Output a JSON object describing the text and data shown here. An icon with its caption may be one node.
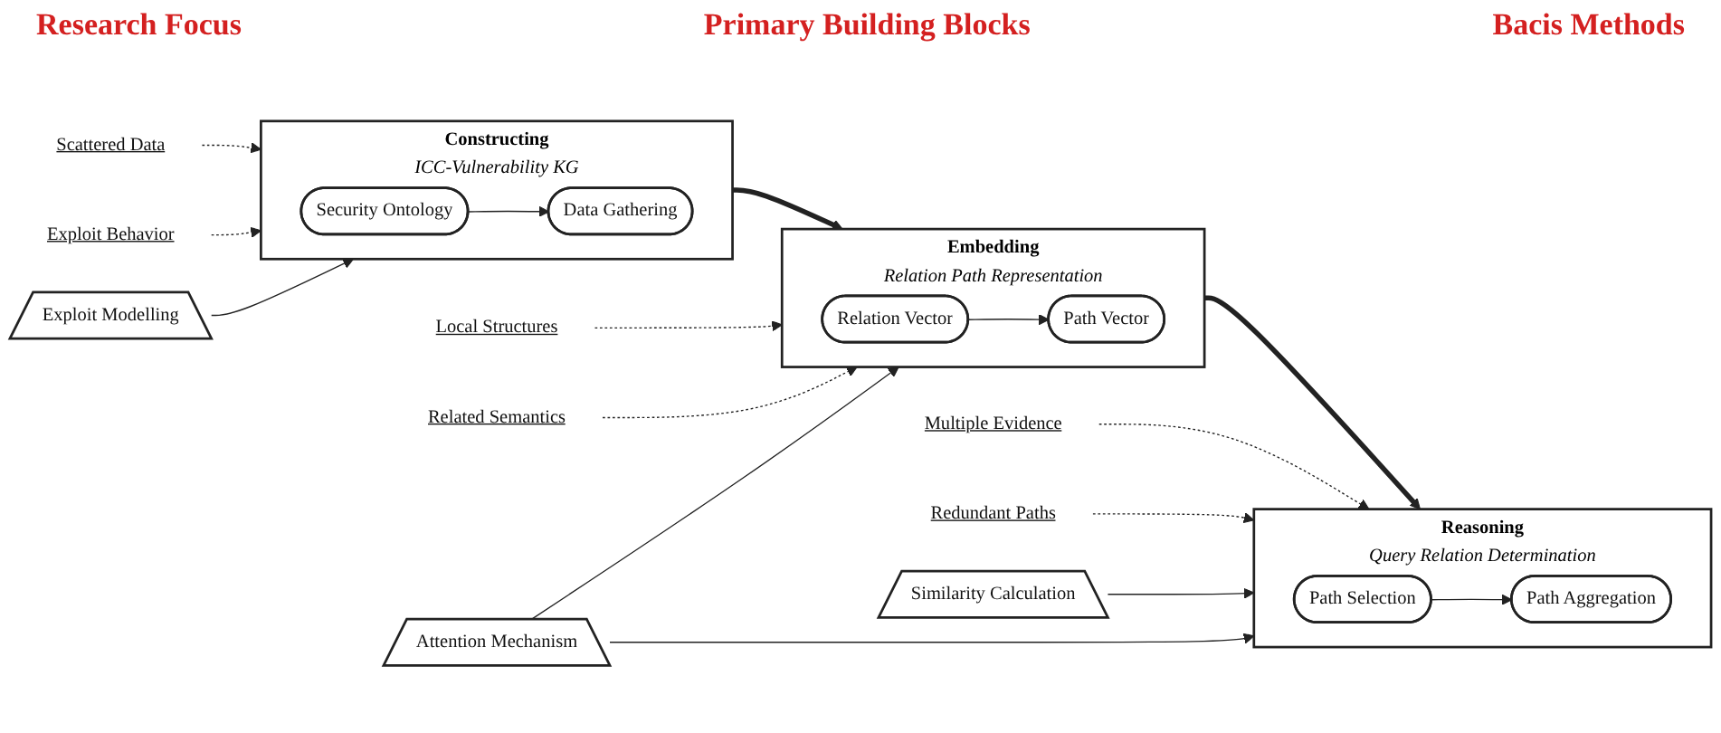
{
  "diagram": {
    "nodes": [
      {
        "text": [
          "Reasoning",
          "Query Relation Determination"
        ]
      },
      {
        "text": [
          "Path Aggregation"
        ],
        "in": 0
      },
      {
        "text": [
          "Path Selection"
        ],
        "in": 0
      },
      {
        "text": [
          "Embedding",
          "Relation Path Representation"
        ]
      },
      {
        "text": [
          "Path Vector"
        ],
        "in": 3
      },
      {
        "text": [
          "Relation Vector"
        ],
        "in": 3
      },
      {
        "text": [
          "Constructing",
          "ICC-Vulnerability KG"
        ]
      },
      {
        "text": [
          "Data Gathering"
        ],
        "in": 6
      },
      {
        "text": [
          "Security Ontology"
        ],
        "in": 6
      },
      {
        "text": [
          "Multiple Evidence"
        ]
      },
      {
        "text": [
          "Redundant Paths"
        ]
      },
      {
        "text": [
          "Local Structures"
        ]
      },
      {
        "text": [
          "Related Semantics"
        ]
      },
      {
        "text": [
          "Scattered Data"
        ]
      },
      {
        "text": [
          "Exploit Behavior"
        ]
      },
      {
        "text": [
          "Similarity Calculation"
        ]
      },
      {
        "text": [
          "Attention Mechanism"
        ]
      },
      {
        "text": [
          "Exploit Modelling"
        ]
      }
    ],
    "edges": [
      {
        "from": 2,
        "to": 1,
        "arrow": "to"
      },
      {
        "from": 5,
        "to": 4,
        "arrow": "to"
      },
      {
        "from": 8,
        "to": 7,
        "arrow": "to"
      },
      {
        "from": 9,
        "to": 0,
        "arrow": "to",
        "style": "dashed"
      },
      {
        "from": 10,
        "to": 0,
        "arrow": "to",
        "style": "dashed"
      },
      {
        "from": 11,
        "to": 3,
        "arrow": "to",
        "style": "dashed"
      },
      {
        "from": 12,
        "to": 3,
        "arrow": "to",
        "style": "dashed"
      },
      {
        "from": 13,
        "to": 6,
        "arrow": "to",
        "style": "dashed"
      },
      {
        "from": 14,
        "to": 6,
        "arrow": "to",
        "style": "dashed"
      },
      {
        "from": 15,
        "to": 0,
        "arrow": "to"
      },
      {
        "from": 16,
        "to": 3,
        "arrow": "to"
      },
      {
        "from": 16,
        "to": 0,
        "arrow": "to"
      },
      {
        "from": 17,
        "to": 6,
        "arrow": "to"
      },
      {
        "from": 6,
        "to": 3,
        "arrow": "to",
        "style": "thick"
      },
      {
        "from": 3,
        "to": 0,
        "arrow": "to",
        "style": "thick"
      }
    ],
    "labels": [
      "Research Focus",
      "Primary Building Blocks",
      "Bacis Methods"
    ]
  }
}
